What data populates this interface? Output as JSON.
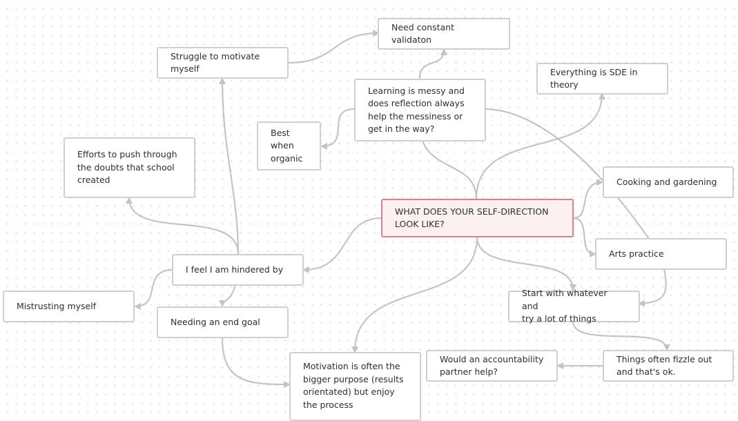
{
  "central": "WHAT DOES YOUR SELF-DIRECTION\nLOOK LIKE?",
  "nodes": {
    "need_validation": "Need constant validaton",
    "struggle_motivate": "Struggle to motivate\nmyself",
    "learning_messy": "Learning is messy and\ndoes reflection always\nhelp the messiness or\nget in the way?",
    "everything_sde": "Everything is SDE in\ntheory",
    "best_organic": "Best\nwhen\norganic",
    "efforts_push": "Efforts to push through\nthe doubts that school\ncreated",
    "cooking_gardening": "Cooking and gardening",
    "arts_practice": "Arts practice",
    "hindered_by": "I feel I am hindered by",
    "mistrusting": "Mistrusting myself",
    "end_goal": "Needing an end goal",
    "start_whatever": "Start with whatever and\ntry a lot of things",
    "accountability": "Would an accountability\npartner help?",
    "fizzle_out": "Things often fizzle out\nand that's ok.",
    "motivation_purpose": "Motivation is often the\nbigger purpose (results\norientated) but enjoy\nthe process"
  },
  "colors": {
    "connector": "#c4c4c4",
    "node_border": "#cfcfcf",
    "central_fill": "#fdf0f1",
    "central_border": "#e07f8c"
  }
}
